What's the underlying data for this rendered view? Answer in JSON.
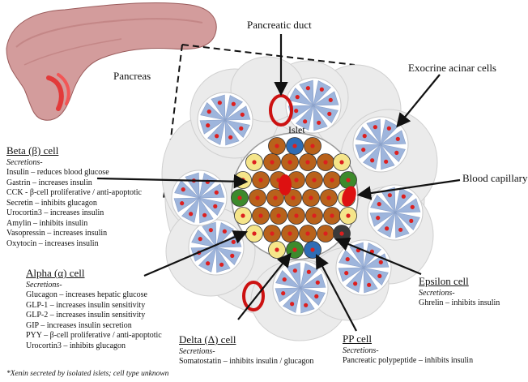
{
  "labels": {
    "pancreas": "Pancreas",
    "pancreatic_duct": "Pancreatic duct",
    "exocrine_acinar_cells": "Exocrine acinar cells",
    "islet": "Islet",
    "blood_capillary": "Blood capillary"
  },
  "secretions_heading": "Secretions-",
  "beta_cell": {
    "title": "Beta (β) cell",
    "lines": [
      "Insulin – reduces blood glucose",
      "Gastrin – increases insulin",
      "CCK - β-cell proliferative / anti-apoptotic",
      "Secretin – inhibits glucagon",
      "Urocortin3 – increases insulin",
      "Amylin – inhibits insulin",
      "Vasopressin – increases insulin",
      "Oxytocin – increases insulin"
    ]
  },
  "alpha_cell": {
    "title": "Alpha (α) cell",
    "lines": [
      "Glucagon – increases hepatic glucose",
      "GLP-1 – increases insulin sensitivity",
      "GLP-2 – increases insulin sensitivity",
      "GIP – increases insulin secretion",
      "PYY – β-cell proliferative / anti-apoptotic",
      "Urocortin3 – inhibits glucagon"
    ]
  },
  "delta_cell": {
    "title": "Delta (Δ) cell",
    "lines": [
      "Somatostatin – inhibits insulin / glucagon"
    ]
  },
  "pp_cell": {
    "title": "PP cell",
    "lines": [
      "Pancreatic polypeptide – inhibits insulin"
    ]
  },
  "epsilon_cell": {
    "title": "Epsilon cell",
    "lines": [
      "Ghrelin – inhibits insulin"
    ]
  },
  "footnote": "*Xenin secreted by isolated islets; cell type unknown",
  "colors": {
    "beta": "#b8621b",
    "alpha": "#f5e58a",
    "delta": "#3d8a2c",
    "pp": "#2f6db5",
    "epsilon": "#3a3a3a",
    "nucleus": "#dd1f1f",
    "acinar_wedge": "#9eb5dc",
    "acinar_bg": "#ffffff",
    "lobule": "#ebebeb",
    "duct": "#cc1111",
    "pancreas": "#c98b8b"
  }
}
